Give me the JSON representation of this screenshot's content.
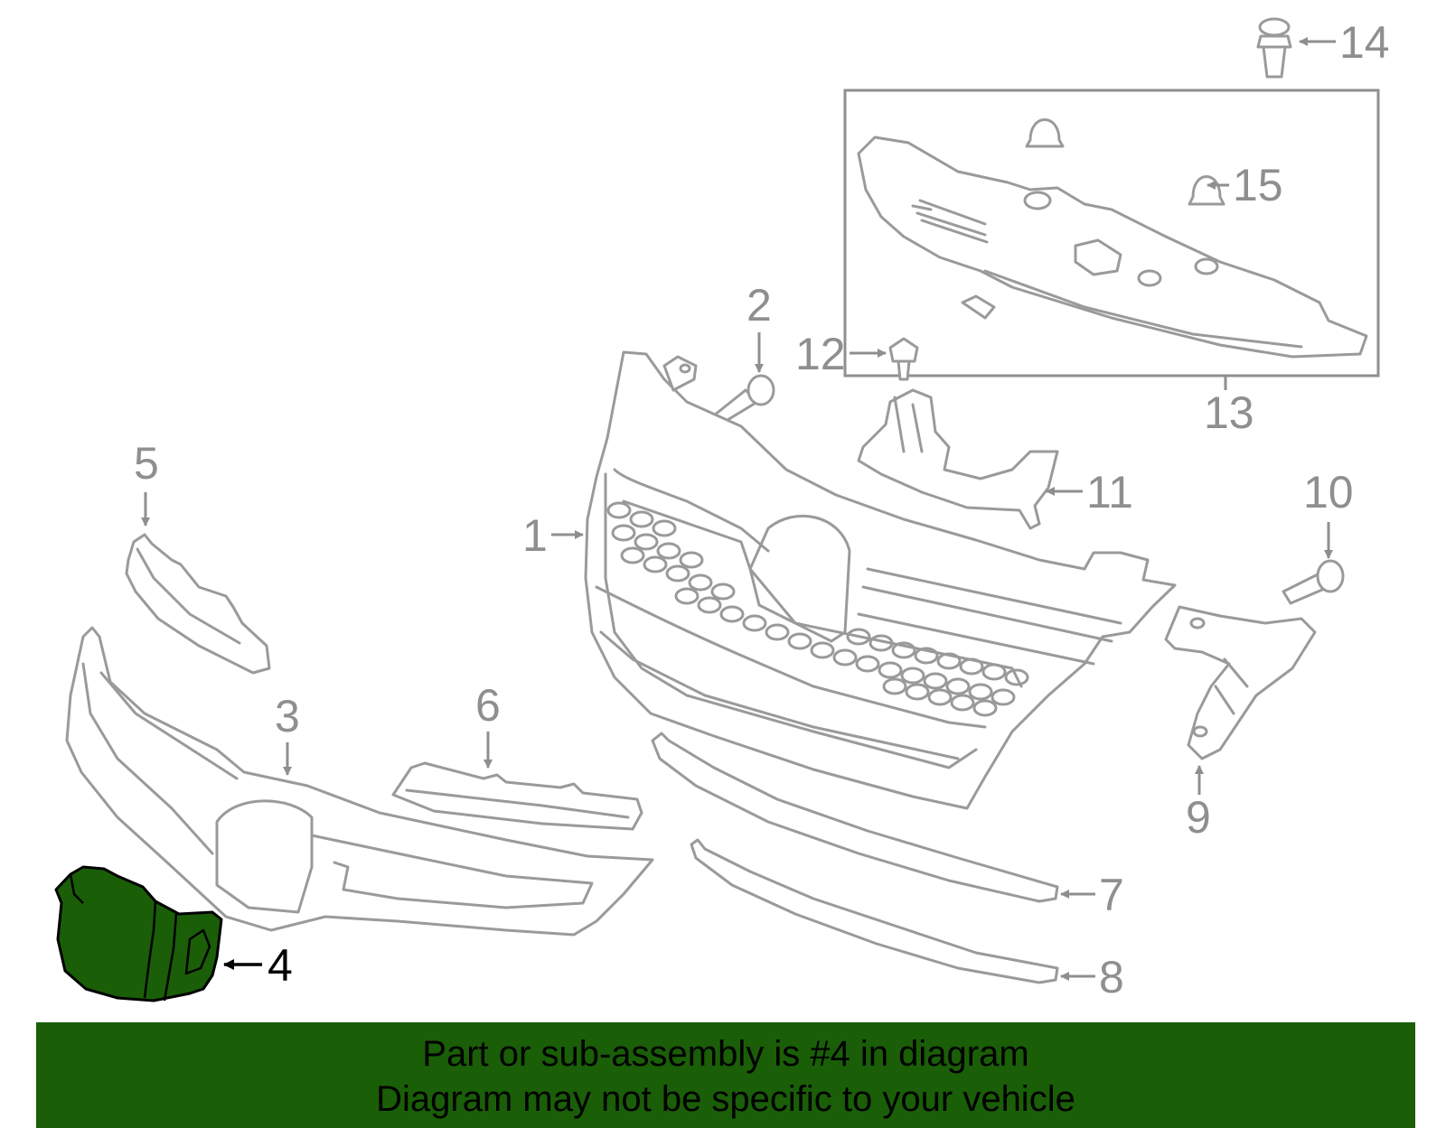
{
  "callouts": {
    "c1": "1",
    "c2": "2",
    "c3": "3",
    "c4": "4",
    "c5": "5",
    "c6": "6",
    "c7": "7",
    "c8": "8",
    "c9": "9",
    "c10": "10",
    "c11": "11",
    "c12": "12",
    "c13": "13",
    "c14": "14",
    "c15": "15"
  },
  "highlighted_part": "4",
  "colors": {
    "highlight_fill": "#1a5e08",
    "banner_background": "#1a5e08",
    "line_art": "#9a9a9a",
    "text": "#000000"
  },
  "banner": {
    "line1": "Part or sub-assembly is #4 in diagram",
    "line2": "Diagram may not be specific to your vehicle"
  }
}
